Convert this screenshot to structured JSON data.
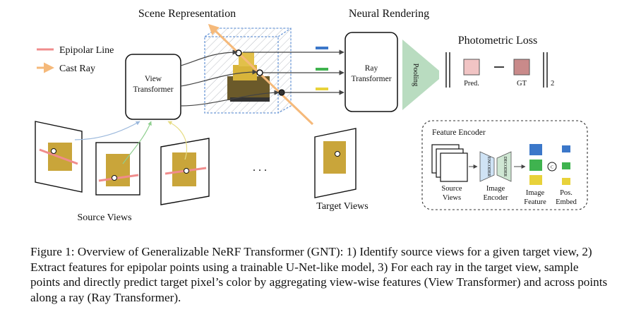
{
  "figure": {
    "heading_scene": "Scene Representation",
    "heading_neural": "Neural Rendering",
    "heading_loss": "Photometric Loss",
    "legend": {
      "epipolar": "Epipolar Line",
      "cast_ray": "Cast Ray"
    },
    "view_transformer": [
      "View",
      "Transformer"
    ],
    "ray_transformer": [
      "Ray",
      "Transformer"
    ],
    "pooling": "Pooling",
    "pred": "Pred.",
    "gt": "GT",
    "norm_sub": "2",
    "source_views": "Source Views",
    "target_views": "Target Views",
    "ellipsis": ". . .",
    "feature_encoder": {
      "title": "Feature Encoder",
      "source_views": [
        "Source",
        "Views"
      ],
      "image_encoder": [
        "Image",
        "Encoder"
      ],
      "encoder_tag": "ENCODER",
      "decoder_tag": "DECODER",
      "image_feature": [
        "Image",
        "Feature"
      ],
      "concat": "C",
      "pos_embed": [
        "Pos.",
        "Embed"
      ]
    },
    "colors": {
      "epipolar": "#f08c8c",
      "ray": "#f5b97a",
      "pooling": "#b9dcc0",
      "pred": "#f1c4c4",
      "gt": "#c98a8a",
      "feat_blue": "#3b77c9",
      "feat_green": "#3fb34f",
      "feat_yellow": "#e8d23a"
    }
  },
  "caption": "Figure 1: Overview of Generalizable NeRF Transformer (GNT): 1) Identify source views for a given target view, 2) Extract features for epipolar points using a trainable U-Net-like model, 3) For each ray in the target view, sample points and directly predict target pixel’s color by aggregating view-wise features (View Transformer) and across points along a ray (Ray Transformer)."
}
